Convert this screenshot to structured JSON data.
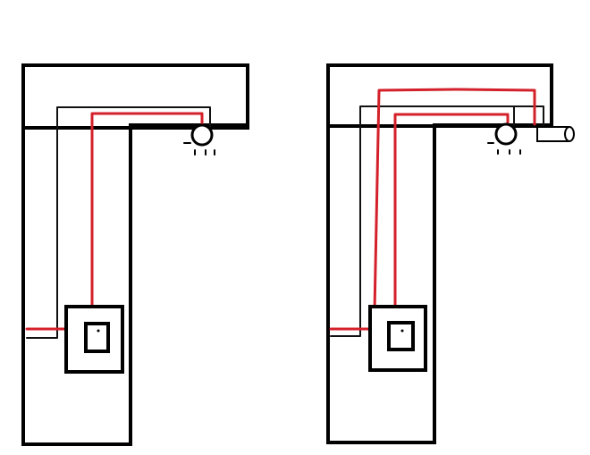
{
  "colors": {
    "background": "#ffffff",
    "wall": "#000000",
    "wire_neutral": "#111111",
    "wire_live": "#d4202a"
  },
  "panels": [
    {
      "id": "left",
      "fixtures": [
        "light-bulb"
      ],
      "live_wires": 1
    },
    {
      "id": "right",
      "fixtures": [
        "light-bulb",
        "extractor-fan"
      ],
      "live_wires": 2
    }
  ]
}
